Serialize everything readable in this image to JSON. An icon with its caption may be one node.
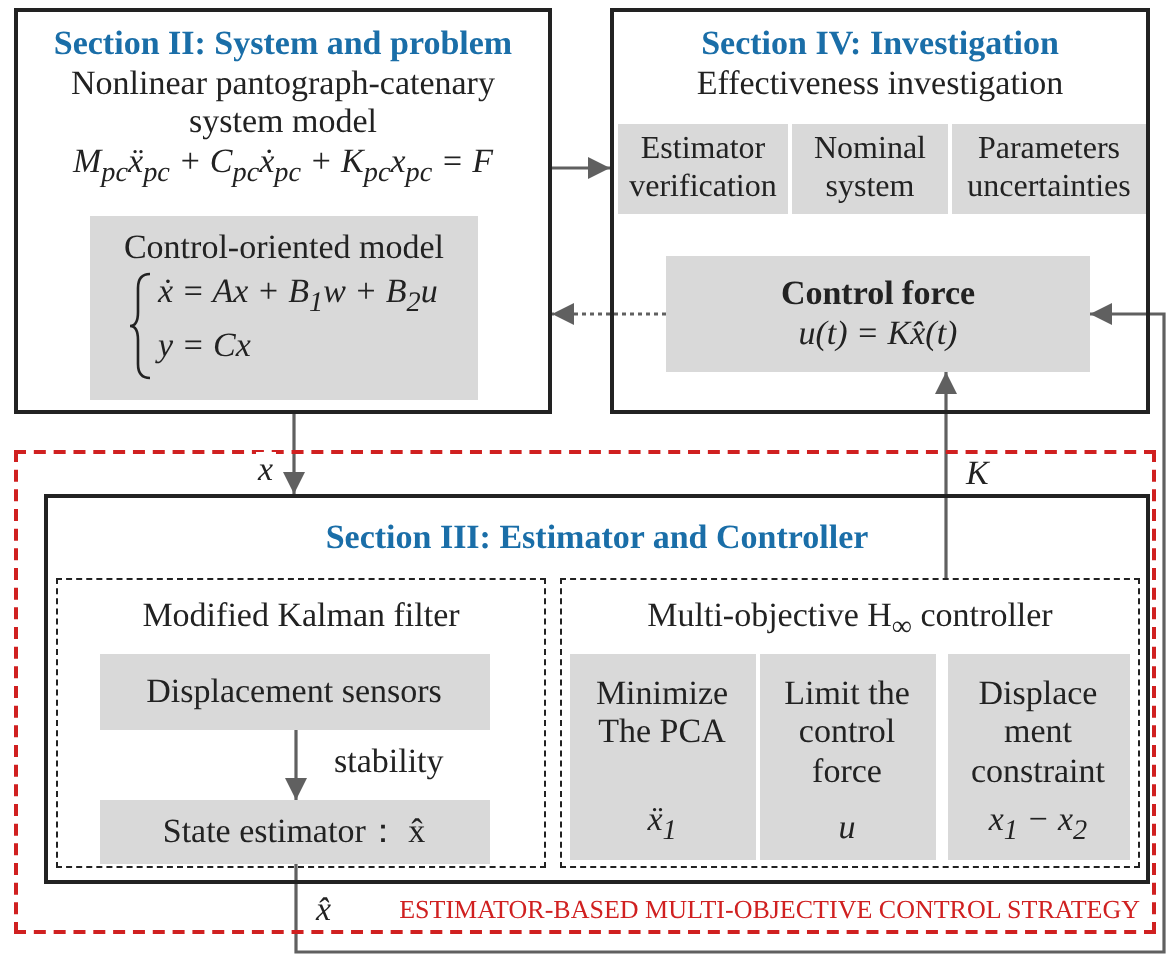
{
  "diagram": {
    "nodes": [
      {
        "text": [
          "Section II: System and problem",
          "Nonlinear pantograph-catenary system model",
          "M$_{pc}$ẍ$_{pc}$ + C$_{pc}$ẋ$_{pc}$ + K$_{pc}$x$_{pc}$ = F"
        ]
      },
      {
        "text": [
          "Control-oriented model",
          "ẋ = Ax + B$_{1}$w + B$_{2}$u",
          "y = Cx"
        ],
        "in": 0
      },
      {
        "text": [
          "Section IV: Investigation",
          "Effectiveness investigation"
        ]
      },
      {
        "text": [
          "Estimator verification"
        ],
        "in": 2
      },
      {
        "text": [
          "Nominal system"
        ],
        "in": 2
      },
      {
        "text": [
          "Parameters uncertainties"
        ],
        "in": 2
      },
      {
        "text": [
          "Control force",
          "u(t) = Kx̂(t)"
        ],
        "in": 2
      },
      {
        "text": [
          "ESTIMATOR-BASED MULTI-OBJECTIVE CONTROL STRATEGY"
        ]
      },
      {
        "text": [
          "Section III: Estimator and Controller"
        ],
        "in": 7
      },
      {
        "text": [
          "Modified Kalman filter"
        ],
        "in": 8
      },
      {
        "text": [
          "Displacement sensors"
        ],
        "in": 9
      },
      {
        "text": [
          "State estimator： x̂"
        ],
        "in": 9
      },
      {
        "text": [
          "Multi-objective H$_{∞}$ controller"
        ],
        "in": 8
      },
      {
        "text": [
          "Minimize The PCA",
          "ẍ$_{1}$"
        ],
        "in": 12
      },
      {
        "text": [
          "Limit the control force",
          "u"
        ],
        "in": 12
      },
      {
        "text": [
          "Displace ment constraint",
          "x$_{1}$ − x$_{2}$"
        ],
        "in": 12
      }
    ],
    "edges": [
      {
        "from": 0,
        "to": 2,
        "arrow": "to"
      },
      {
        "from": 6,
        "to": 0,
        "arrow": "to",
        "style": "dashed"
      },
      {
        "from": 0,
        "to": 8,
        "arrow": "to",
        "label": "x"
      },
      {
        "from": 12,
        "to": 6,
        "arrow": "to",
        "label": "K"
      },
      {
        "from": 10,
        "to": 11,
        "arrow": "to",
        "label": "stability"
      },
      {
        "from": 11,
        "to": 6,
        "arrow": "to",
        "label": "x̂"
      }
    ]
  }
}
